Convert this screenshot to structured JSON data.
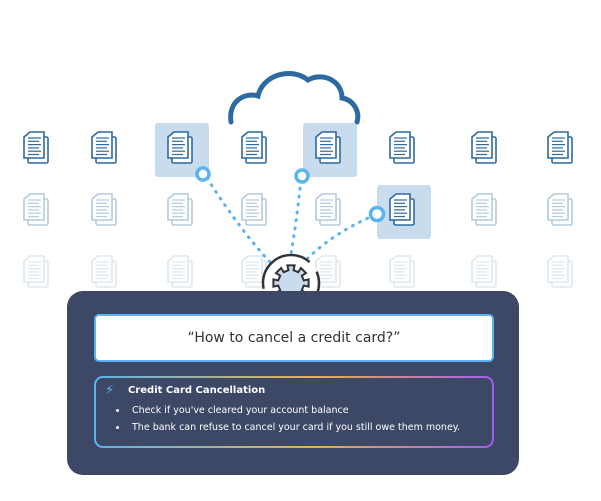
{
  "query": {
    "text": "“How to cancel a credit card?”"
  },
  "answer": {
    "icon": "lightning-icon",
    "title": "Credit Card Cancellation",
    "bullets": [
      "Check if you've cleared your account balance",
      "The bank can refuse to cancel your card if you still owe them money."
    ]
  },
  "colors": {
    "panel": "#3d4766",
    "accent": "#5cb3f0",
    "doc": "#2c6aa0",
    "highlight": "#c9dcee"
  }
}
